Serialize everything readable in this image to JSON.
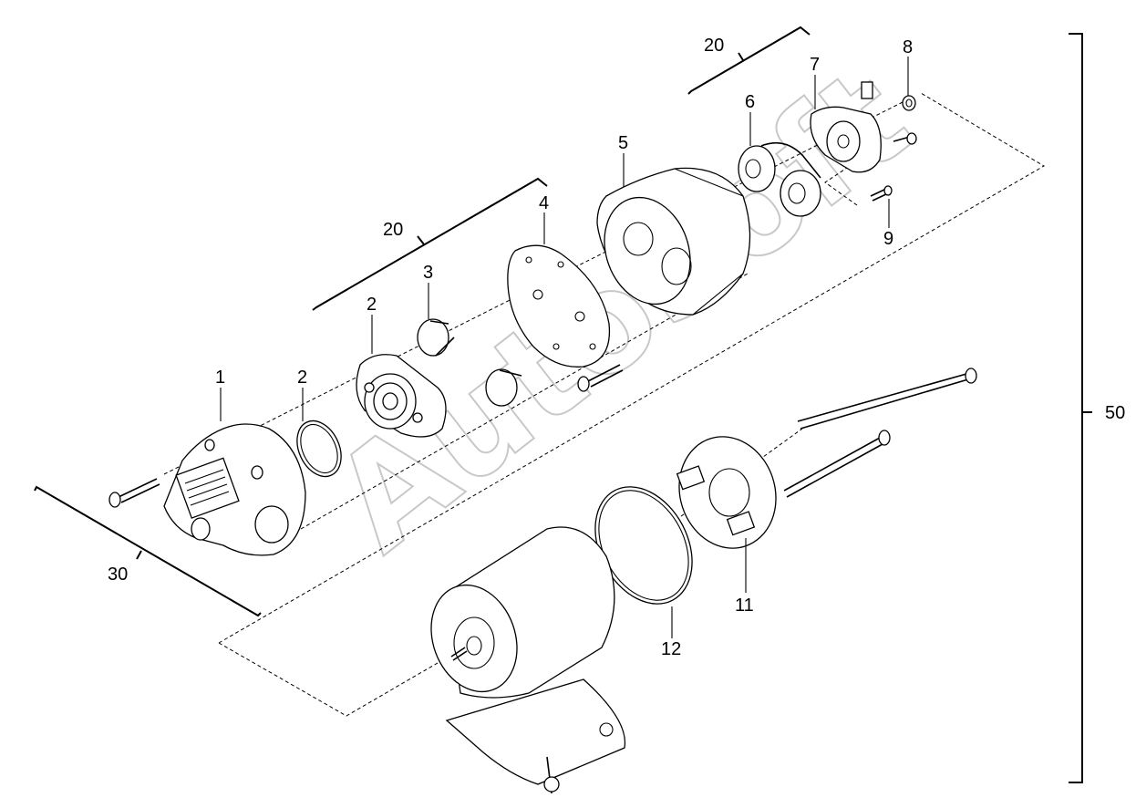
{
  "watermark": "AutoSoft",
  "callouts": {
    "c1": "1",
    "c2a": "2",
    "c2b": "2",
    "c3": "3",
    "c4": "4",
    "c5": "5",
    "c6": "6",
    "c7": "7",
    "c8": "8",
    "c9": "9",
    "c11": "11",
    "c12": "12"
  },
  "groups": {
    "g20_left": "20",
    "g20_top": "20",
    "g30": "30",
    "g50": "50"
  }
}
